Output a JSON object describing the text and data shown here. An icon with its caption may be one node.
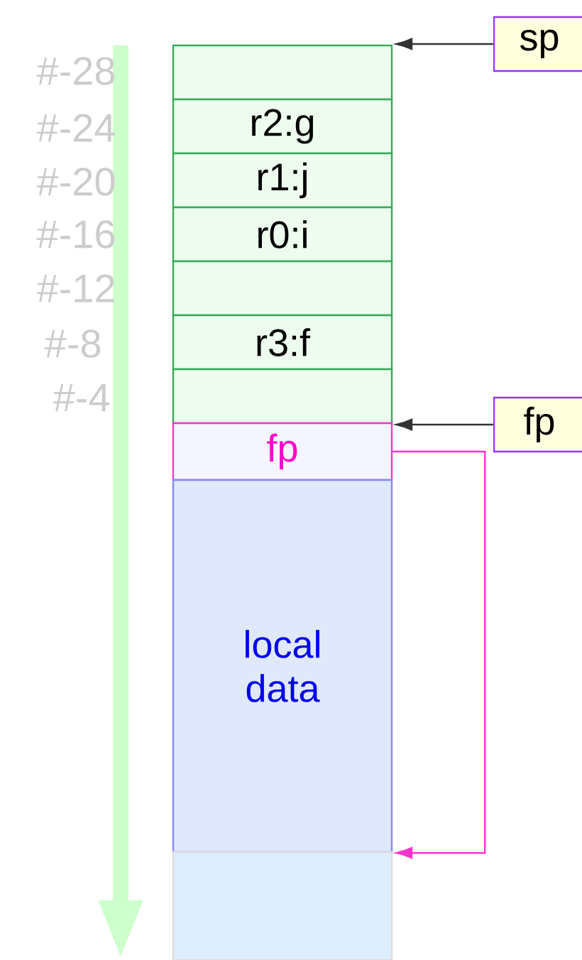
{
  "diagram": {
    "nodes": [
      {
        "text": [],
        "shape": "box"
      },
      {
        "text": [
          "r2:g"
        ]
      },
      {
        "text": [
          "r1:j"
        ]
      },
      {
        "text": [
          "r0:i"
        ]
      },
      {
        "text": [],
        "shape": "box"
      },
      {
        "text": [
          "r3:f"
        ]
      },
      {
        "text": [],
        "shape": "box"
      },
      {
        "text": [
          "fp"
        ]
      },
      {
        "text": [
          "local data"
        ]
      },
      {
        "text": [],
        "shape": "box"
      },
      {
        "text": [
          "sp"
        ]
      },
      {
        "text": [
          "fp"
        ]
      }
    ],
    "edges": [
      {
        "from": 10,
        "to": 0,
        "arrow": "to"
      },
      {
        "from": 11,
        "to": 7,
        "arrow": "to"
      },
      {
        "from": 7,
        "to": 8,
        "arrow": "to",
        "color": "#ff33cc"
      }
    ],
    "labels": [
      "#-28",
      "#-24",
      "#-20",
      "#-16",
      "#-12",
      "#-8",
      "#-4"
    ]
  }
}
